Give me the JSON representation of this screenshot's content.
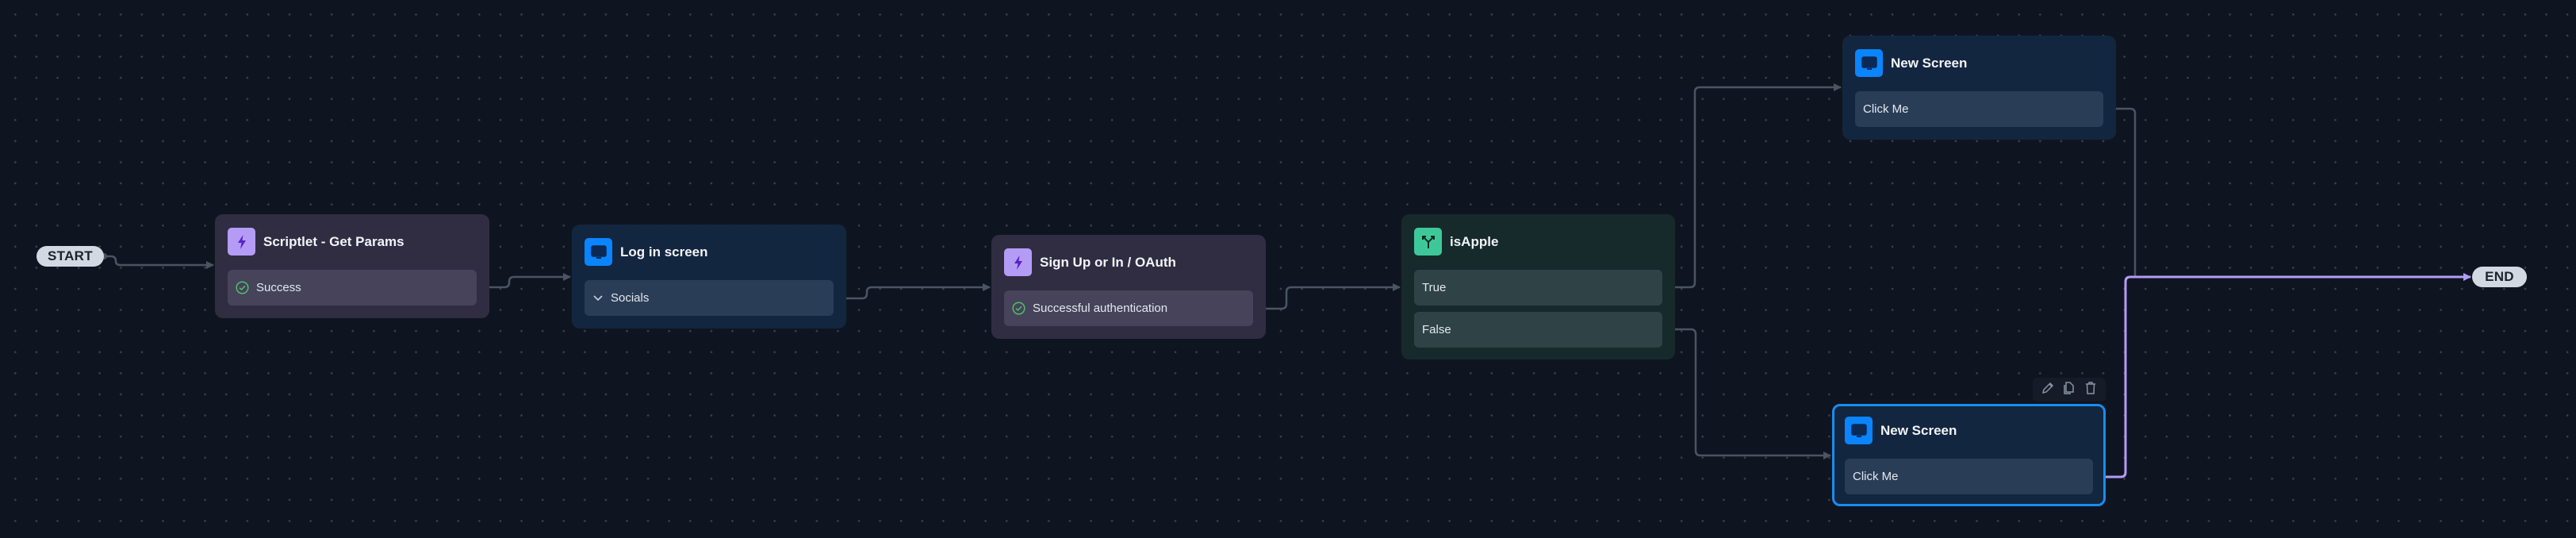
{
  "canvas": {
    "background": "#0f1520",
    "edge_color": "#4a5462",
    "active_edge_color": "#b49cf6",
    "selected_border": "#1a8cf0"
  },
  "terminals": {
    "start": {
      "label": "START"
    },
    "end": {
      "label": "END"
    }
  },
  "nodes": {
    "scriptlet_get_params": {
      "type": "scriptlet",
      "icon": "lightning-icon",
      "title": "Scriptlet - Get Params",
      "outputs": [
        {
          "label": "Success",
          "icon": "check-circle-icon"
        }
      ]
    },
    "log_in_screen": {
      "type": "screen",
      "icon": "monitor-icon",
      "title": "Log in screen",
      "outputs": [
        {
          "label": "Socials",
          "icon": "chevron-down-icon"
        }
      ]
    },
    "sign_up_oauth": {
      "type": "scriptlet",
      "icon": "lightning-icon",
      "title": "Sign Up or In / OAuth",
      "outputs": [
        {
          "label": "Successful authentication",
          "icon": "check-circle-icon"
        }
      ]
    },
    "is_apple": {
      "type": "condition",
      "icon": "branch-icon",
      "title": "isApple",
      "outputs": [
        {
          "label": "True"
        },
        {
          "label": "False"
        }
      ]
    },
    "new_screen_top": {
      "type": "screen",
      "icon": "monitor-icon",
      "title": "New Screen",
      "outputs": [
        {
          "label": "Click Me"
        }
      ]
    },
    "new_screen_bottom": {
      "type": "screen",
      "icon": "monitor-icon",
      "title": "New Screen",
      "selected": true,
      "outputs": [
        {
          "label": "Click Me"
        }
      ],
      "toolbar": [
        {
          "icon": "edit-icon"
        },
        {
          "icon": "copy-icon"
        },
        {
          "icon": "delete-icon"
        }
      ]
    }
  },
  "edges": [
    {
      "from": "START",
      "to": "Scriptlet - Get Params"
    },
    {
      "from": "Scriptlet - Get Params / Success",
      "to": "Log in screen"
    },
    {
      "from": "Log in screen / Socials",
      "to": "Sign Up or In / OAuth"
    },
    {
      "from": "Sign Up or In / OAuth / Successful authentication",
      "to": "isApple"
    },
    {
      "from": "isApple / True",
      "to": "New Screen (top)"
    },
    {
      "from": "isApple / False",
      "to": "New Screen (bottom)"
    },
    {
      "from": "New Screen (top) / Click Me",
      "to": "END"
    },
    {
      "from": "New Screen (bottom) / Click Me",
      "to": "END",
      "active": true
    }
  ]
}
